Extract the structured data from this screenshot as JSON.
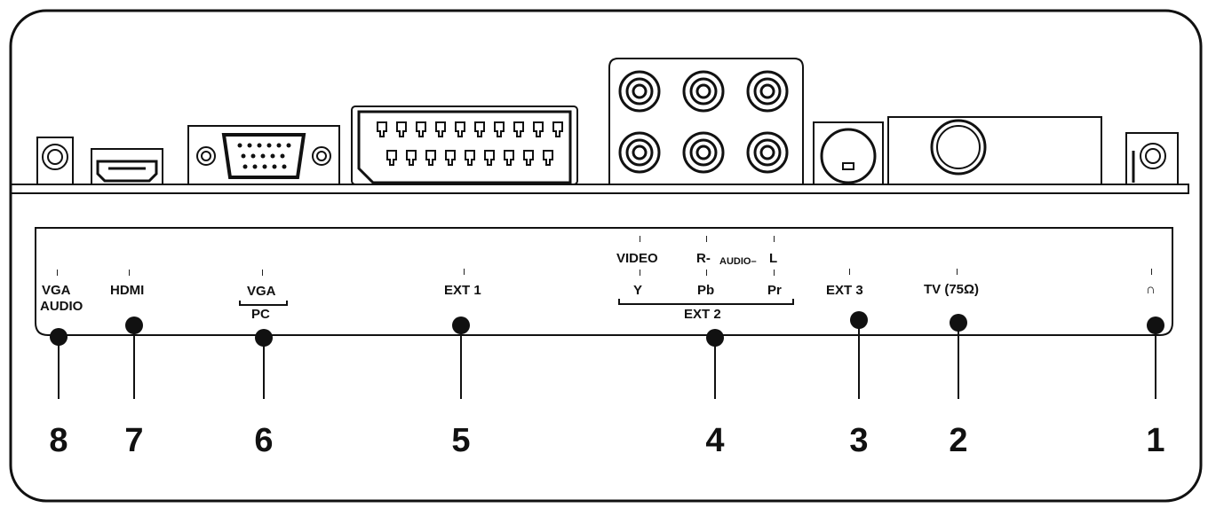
{
  "connectors": [
    {
      "number": "1",
      "label": "∩"
    },
    {
      "number": "2",
      "label": "TV (75Ω)"
    },
    {
      "number": "3",
      "label": "EXT 3"
    },
    {
      "number": "4",
      "label": "EXT 2",
      "sub": {
        "video": "VIDEO",
        "r": "R-",
        "audio": "AUDIO–",
        "l": "L",
        "y": "Y",
        "pb": "Pb",
        "pr": "Pr"
      }
    },
    {
      "number": "5",
      "label": "EXT 1"
    },
    {
      "number": "6",
      "label": "VGA",
      "label2": "PC"
    },
    {
      "number": "7",
      "label": "HDMI"
    },
    {
      "number": "8",
      "label": "VGA",
      "label2": "AUDIO"
    }
  ]
}
